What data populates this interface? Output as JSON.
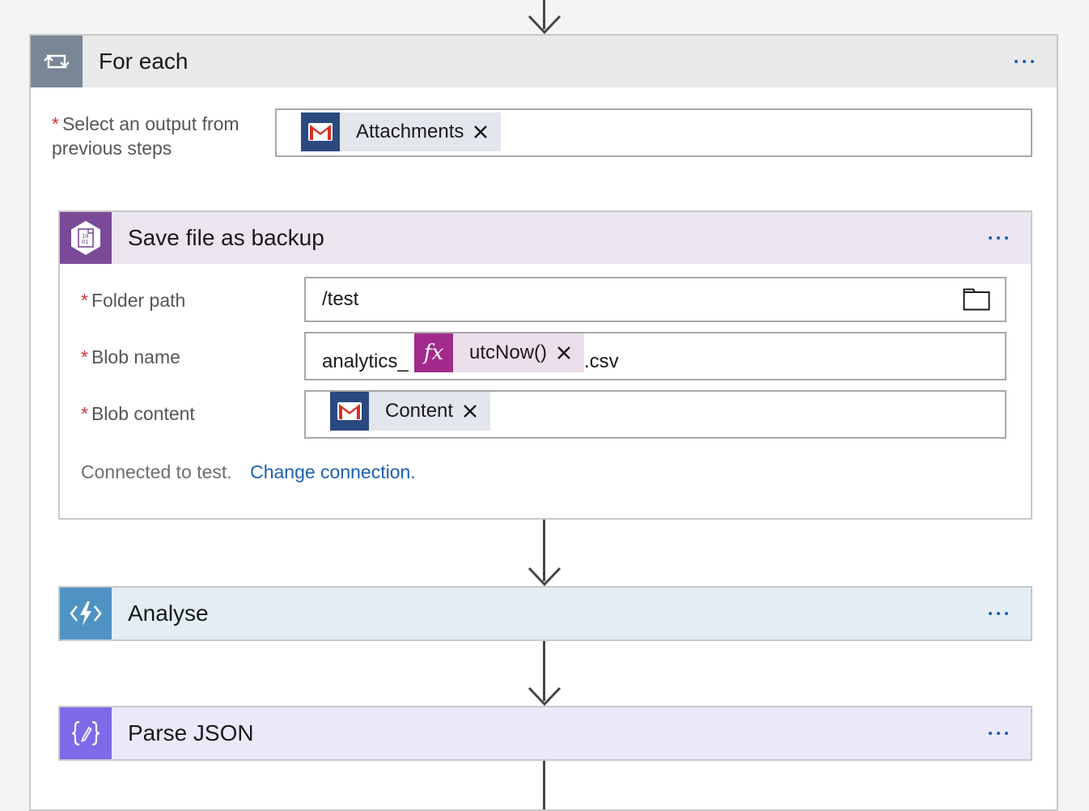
{
  "foreach": {
    "title": "For each",
    "output_label": "Select an output from previous steps",
    "output_label_line1": "Select an output from",
    "output_label_line2": "previous steps",
    "output_token": "Attachments"
  },
  "save_step": {
    "title": "Save file as backup",
    "folder_path_label": "Folder path",
    "folder_path_value": "/test",
    "blob_name_label": "Blob name",
    "blob_name_prefix": "analytics_",
    "blob_name_expr": "utcNow()",
    "blob_name_suffix": ".csv",
    "blob_content_label": "Blob content",
    "blob_content_token": "Content",
    "connected_text": "Connected to test.",
    "change_connection": "Change connection."
  },
  "analyse_step": {
    "title": "Analyse"
  },
  "parse_step": {
    "title": "Parse JSON"
  },
  "colors": {
    "foreach_header": "#e9e9ea",
    "foreach_icon_bg": "#788695",
    "blob_header": "#ebe5ef",
    "blob_icon_bg": "#7a4a98",
    "analyse_header": "#e3eef4",
    "analyse_icon_bg": "#4f93c5",
    "parse_header": "#ebe8f9",
    "parse_icon_bg": "#7e6ae8",
    "gmail_icon_bg": "#2a4a7f",
    "expr_icon_bg": "#a12a8c",
    "expr_token_bg": "#ecdeea",
    "link": "#1f5fb0",
    "required": "#d13438"
  },
  "icons": {
    "foreach": "loop-icon",
    "gmail": "gmail-icon",
    "blob": "blob-storage-icon",
    "folder": "folder-icon",
    "expression": "fx-icon",
    "analyse": "azure-function-icon",
    "parse": "parse-json-icon",
    "more": "more-options-icon",
    "remove": "close-icon"
  }
}
